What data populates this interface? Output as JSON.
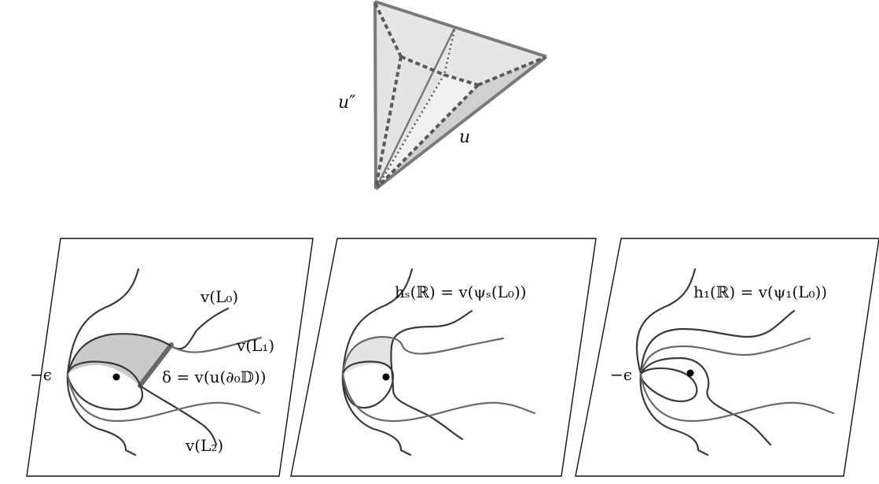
{
  "top_figure": {
    "label_u_double_prime": "u″",
    "label_u": "u"
  },
  "panel_left": {
    "label_vL0": "v(L₀)",
    "label_vL1": "v(L₁)",
    "label_vL2": "v(L₂)",
    "label_minus_eps": "−ϵ",
    "label_delta": "δ = v(u(∂₀𝔻))"
  },
  "panel_middle": {
    "label_hs": "hₛ(ℝ) = v(ψₛ(L₀))"
  },
  "panel_right": {
    "label_h1": "h₁(ℝ) = v(ψ₁(L₀))",
    "label_minus_eps": "−ϵ"
  },
  "colors": {
    "outline": "#7a7a7a",
    "shade_light": "#e4e4e4",
    "shade_mid": "#c8c8c8",
    "curve_dark": "#3a3a3a",
    "curve_gray": "#6a6a6a"
  }
}
